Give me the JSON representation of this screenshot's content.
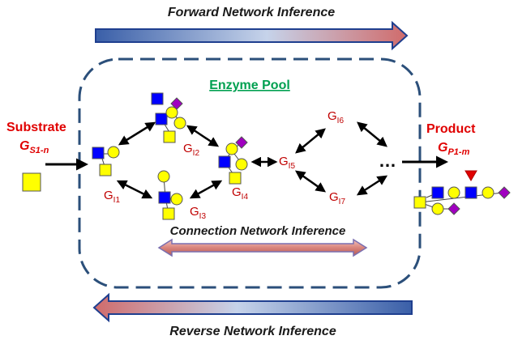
{
  "header": {
    "forward_label": "Forward Network Inference"
  },
  "footer": {
    "reverse_label": "Reverse Network Inference"
  },
  "pool": {
    "title": "Enzyme Pool",
    "connection_label": "Connection Network Inference"
  },
  "substrate": {
    "title": "Substrate",
    "symbol_main": "G",
    "symbol_sub": "S1-n"
  },
  "product": {
    "title": "Product",
    "symbol_main": "G",
    "symbol_sub": "P1-m"
  },
  "nodes": [
    {
      "main": "G",
      "sub": "I1"
    },
    {
      "main": "G",
      "sub": "I2"
    },
    {
      "main": "G",
      "sub": "I3"
    },
    {
      "main": "G",
      "sub": "I4"
    },
    {
      "main": "G",
      "sub": "I5"
    },
    {
      "main": "G",
      "sub": "I6"
    },
    {
      "main": "G",
      "sub": "I7"
    }
  ],
  "ellipsis": "…",
  "colors": {
    "red_text": "#e00000",
    "green_title": "#00a050",
    "dashed_border": "#2b4f7a",
    "arrow_blue": "#1f3f8f",
    "arrow_red": "#d86060",
    "glycan_blue": "#0000ff",
    "glycan_yellow": "#ffff00",
    "glycan_purple": "#a000c0"
  }
}
